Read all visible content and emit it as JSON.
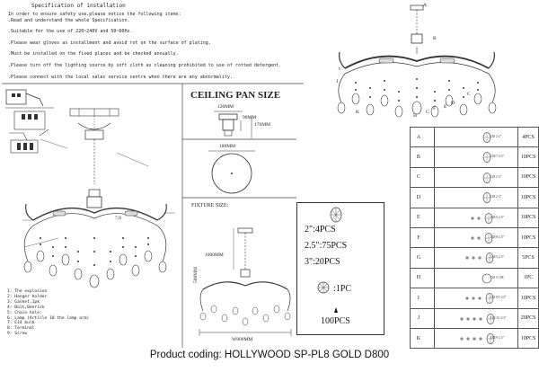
{
  "spec": {
    "title": "Specification of installation",
    "lines": [
      "In order to ensure safety use,please notice the following items:",
      ".Read and understand the whole Specification.",
      ".Suitable for the use of 220~240V and 50~60Hz.",
      ".Please wear gloves as installment and avoid rot on the surface of plating.",
      ".Must be installed on the fixed places and be checked annually.",
      ".Please turn off the lighting source by soft cloth as cleaning prohibited to use of rotted detergent.",
      ".Please connect with the local sales service centre when there are any abnormality."
    ]
  },
  "legend": [
    "1: The explosion",
    "2: Hanger holder",
    "3: Gasket,1pk",
    "4: Bolt,Beerick",
    "5: Chain hole:",
    "6: Lamp (Article 10 the lamp arm)",
    "7: E14 bulb",
    "8: Terminal",
    "9: Screw"
  ],
  "ceiling": {
    "title": "CEILING PAN SIZE",
    "width": "120MM",
    "height1": "98MM",
    "height2": "170MM",
    "diameter": "180MM"
  },
  "fixture": {
    "title": "FIXTURE SIZE:",
    "height": "1000MM",
    "body_height": "500MM",
    "width": "W800MM"
  },
  "callout_bulb": "7,8",
  "quantities": {
    "q1": "2\":4PCS",
    "q2": "2.5\":75PCS",
    "q3": "3\":20PCS",
    "q4": ":1PC",
    "q5": "100PCS"
  },
  "diagram_letters": [
    "A",
    "B",
    "C",
    "D",
    "E",
    "F",
    "G",
    "H",
    "I",
    "J",
    "K"
  ],
  "parts": [
    {
      "label": "A",
      "desc": "138 2-2\"",
      "qty": "4PCS"
    },
    {
      "label": "B",
      "desc": "138/7-2.5\"",
      "qty": "10PCS"
    },
    {
      "label": "C",
      "desc": "138 2-3\"",
      "qty": "10PCS"
    },
    {
      "label": "D",
      "desc": "138 2-3\"",
      "qty": "10PCS"
    },
    {
      "label": "E",
      "desc": "138/5-2.5\"",
      "qty": "10PCS"
    },
    {
      "label": "F",
      "desc": "138/8-2.5\"",
      "qty": "10PCS"
    },
    {
      "label": "G",
      "desc": "138/5-2.5\"",
      "qty": "5PCS"
    },
    {
      "label": "H",
      "desc": "138 5-108",
      "qty": "1PC"
    },
    {
      "label": "I",
      "desc": "138 9/1-2.5\"",
      "qty": "10PCS"
    },
    {
      "label": "J",
      "desc": "138/11/-2.5\"",
      "qty": "20PCS"
    },
    {
      "label": "K",
      "desc": "138/9-2.5\"",
      "qty": "10PCS"
    }
  ],
  "footer": "Product coding: HOLLYWOOD SP-PL8 GOLD D800"
}
